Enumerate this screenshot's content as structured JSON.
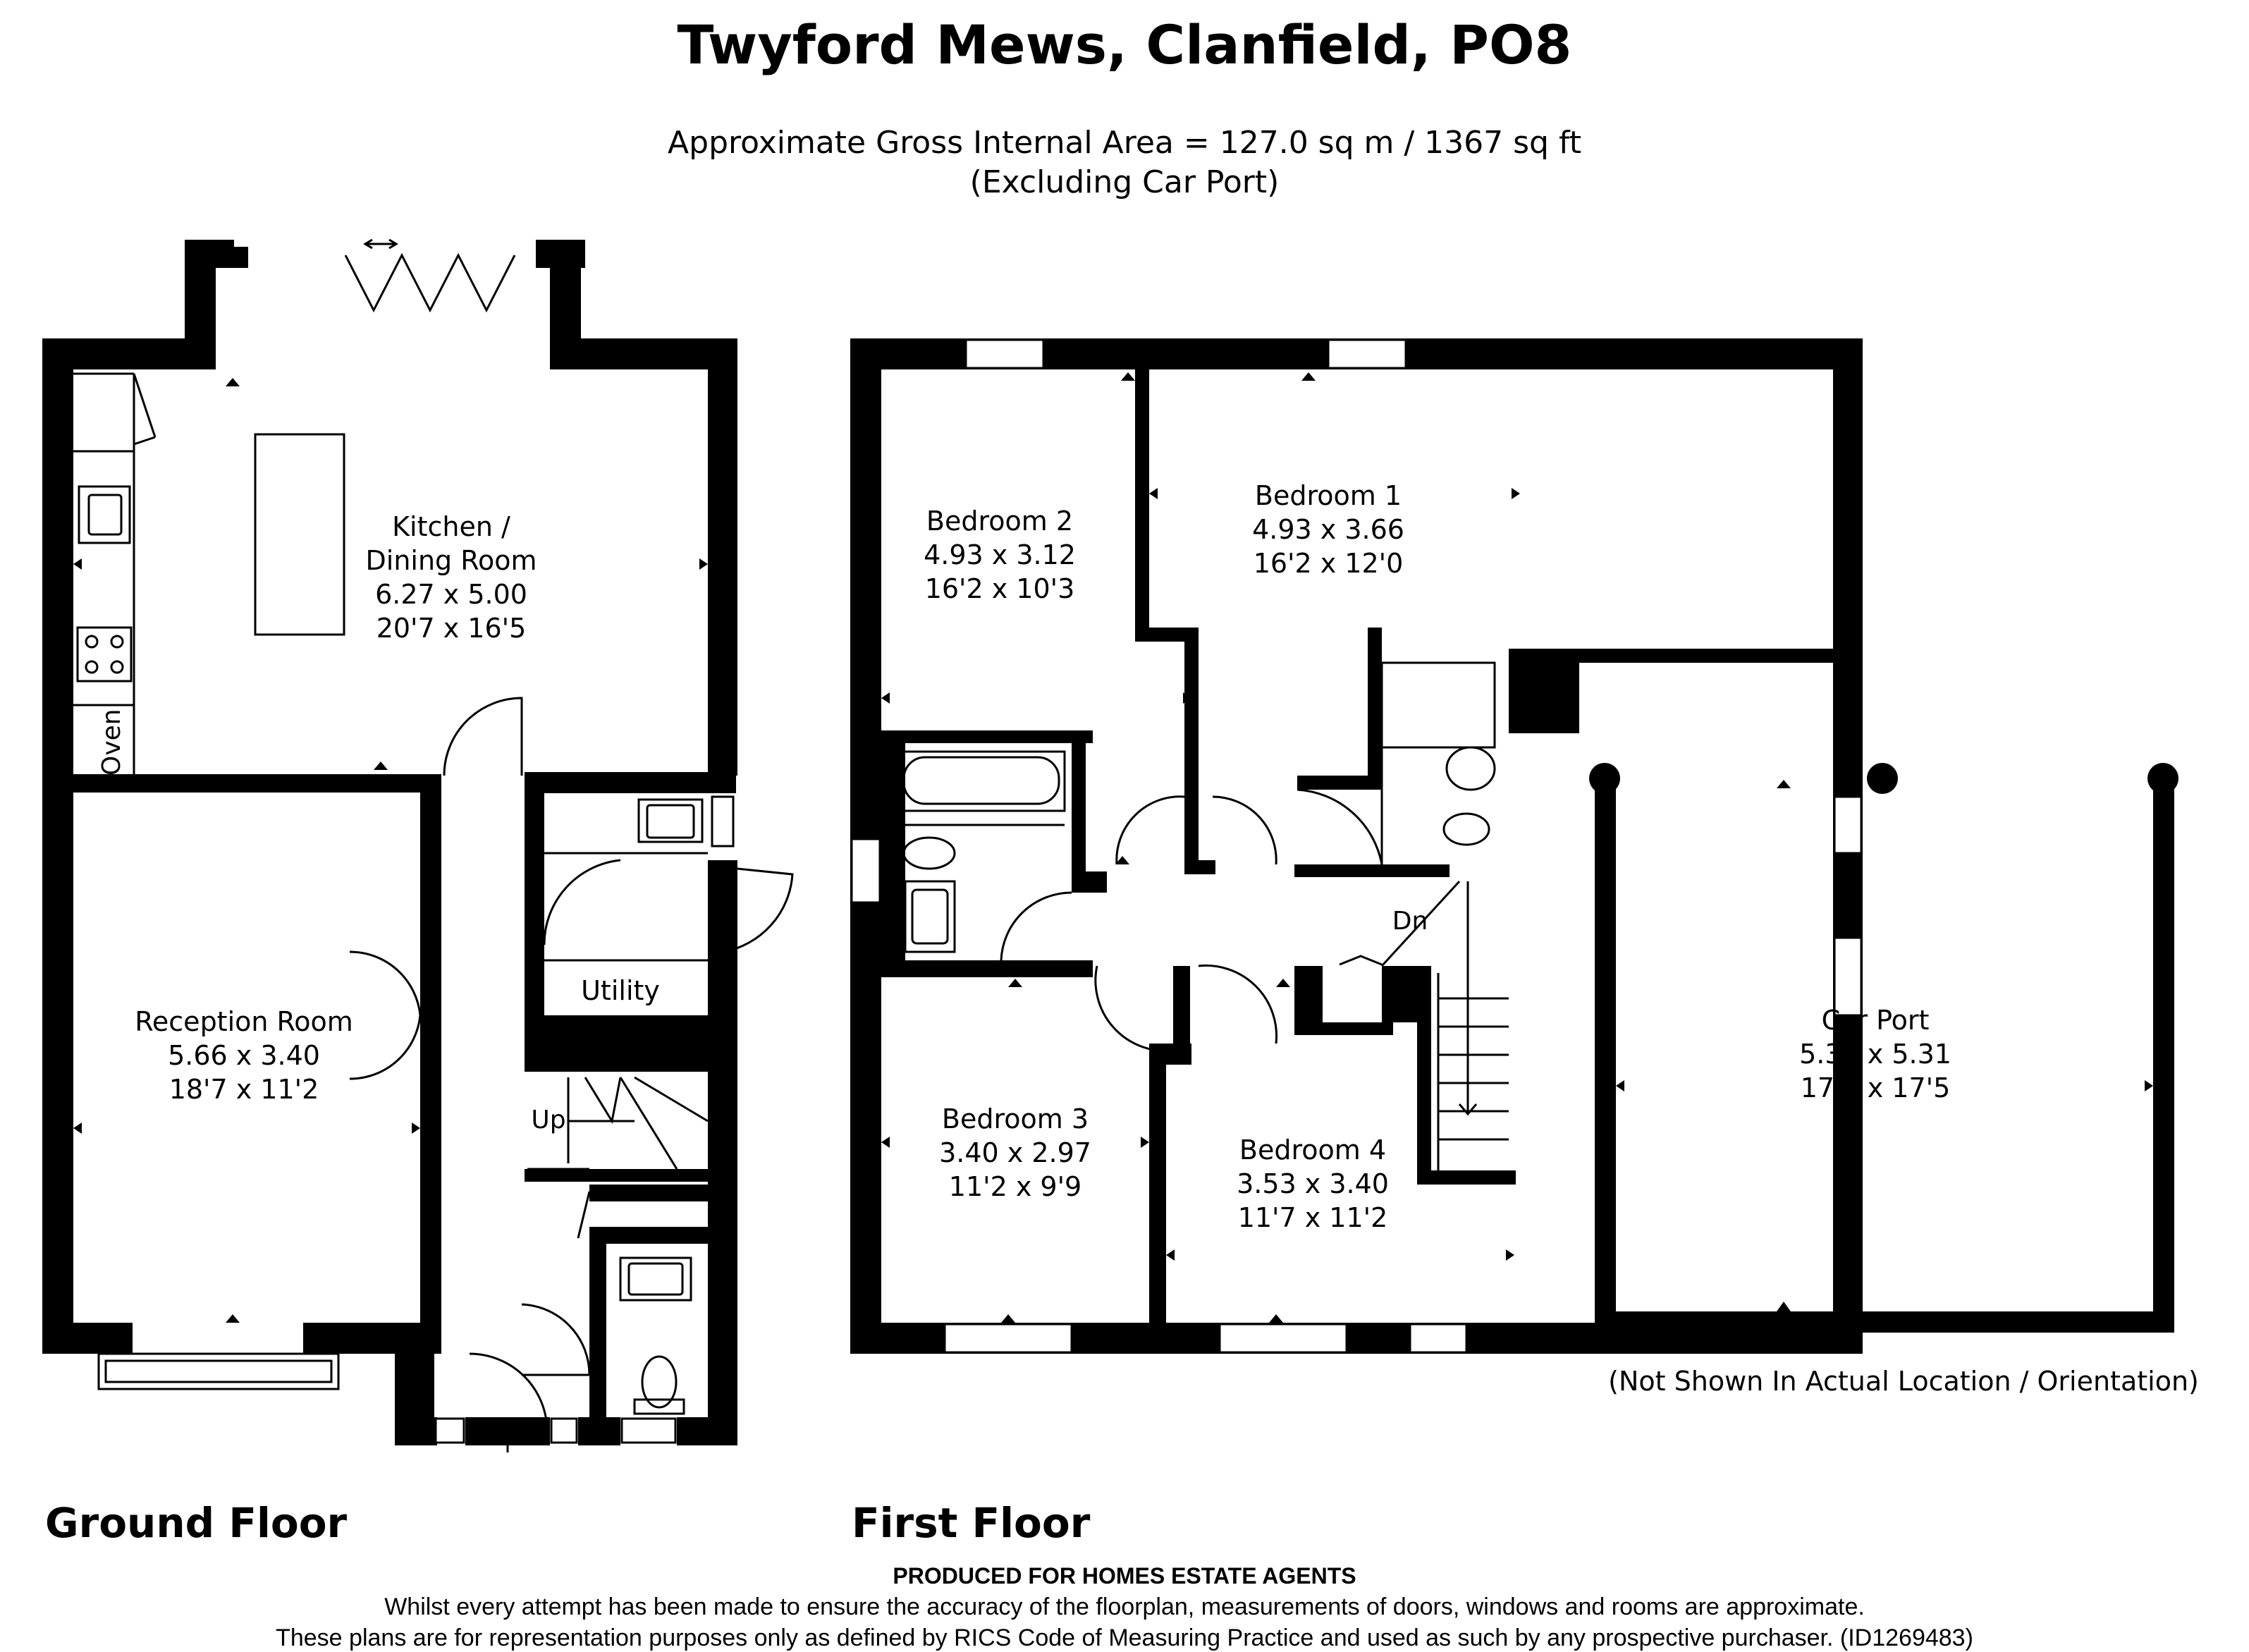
{
  "header": {
    "title": "Twyford Mews, Clanfield, PO8",
    "area_line": "Approximate Gross Internal Area = 127.0 sq m / 1367 sq ft",
    "area_note": "(Excluding Car Port)"
  },
  "ground_floor": {
    "label": "Ground Floor",
    "kitchen": {
      "name_1": "Kitchen /",
      "name_2": "Dining Room",
      "metric": "6.27 x 5.00",
      "imperial": "20'7 x 16'5"
    },
    "reception": {
      "name": "Reception Room",
      "metric": "5.66 x 3.40",
      "imperial": "18'7 x 11'2"
    },
    "utility": {
      "name": "Utility"
    },
    "oven": "Oven",
    "stairs": "Up"
  },
  "first_floor": {
    "label": "First Floor",
    "bedroom1": {
      "name": "Bedroom 1",
      "metric": "4.93 x 3.66",
      "imperial": "16'2 x 12'0"
    },
    "bedroom2": {
      "name": "Bedroom 2",
      "metric": "4.93 x 3.12",
      "imperial": "16'2 x 10'3"
    },
    "bedroom3": {
      "name": "Bedroom 3",
      "metric": "3.40 x 2.97",
      "imperial": "11'2 x 9'9"
    },
    "bedroom4": {
      "name": "Bedroom 4",
      "metric": "3.53 x 3.40",
      "imperial": "11'7 x 11'2"
    },
    "stairs": "Dn"
  },
  "car_port": {
    "name": "Car Port",
    "metric": "5.33 x 5.31",
    "imperial": "17'6 x 17'5",
    "note": "(Not Shown In Actual Location / Orientation)"
  },
  "footer": {
    "producer": "PRODUCED FOR HOMES ESTATE AGENTS",
    "disclaimer_1": "Whilst every attempt has been made to ensure the accuracy of the floorplan, measurements of doors, windows and rooms are approximate.",
    "disclaimer_2": "These plans are for representation purposes only as defined by RICS Code of Measuring Practice and used as such by any prospective purchaser. (ID1269483)"
  }
}
